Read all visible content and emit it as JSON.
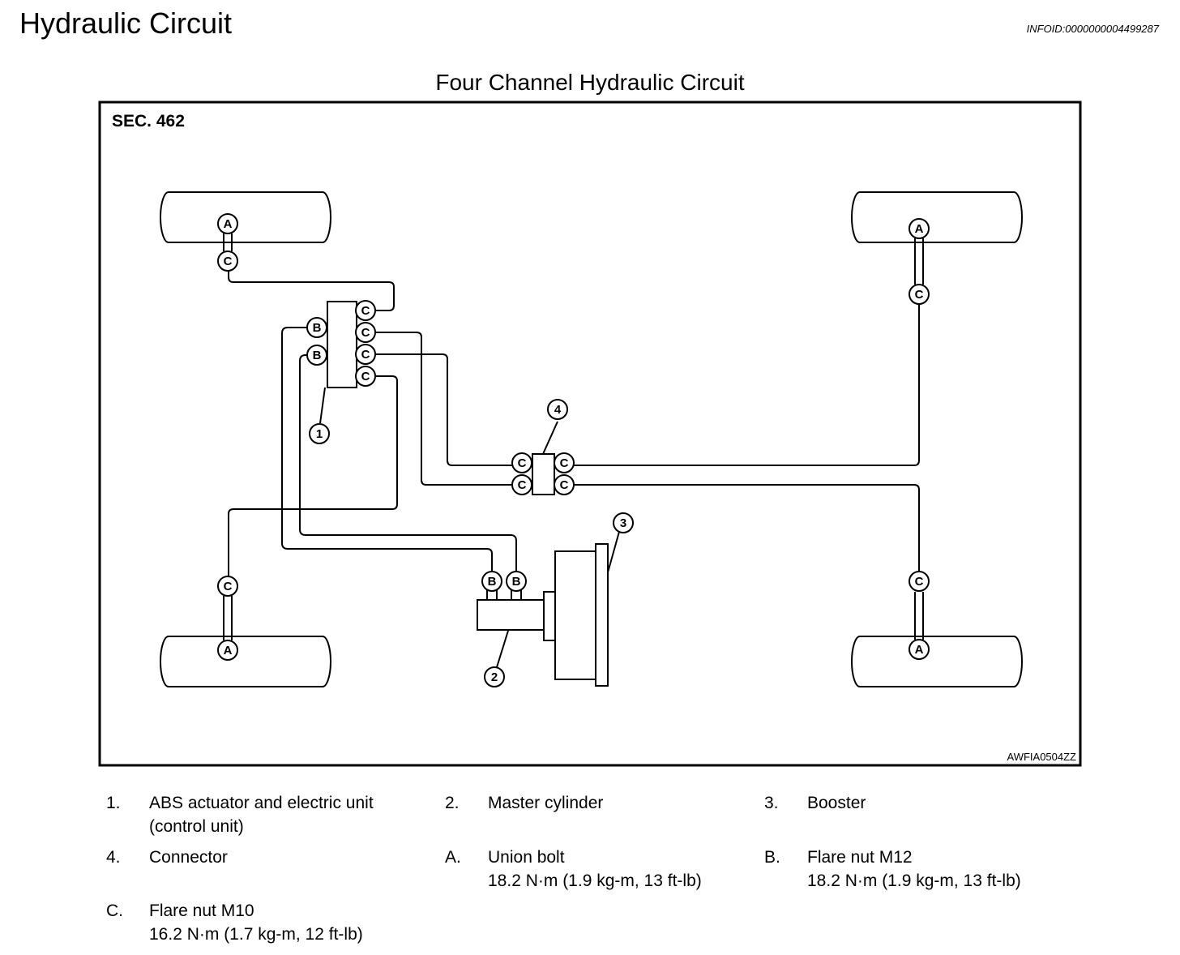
{
  "header": {
    "title": "Hydraulic Circuit",
    "info_id": "INFOID:0000000004499287"
  },
  "diagram": {
    "title": "Four Channel Hydraulic Circuit",
    "section": "SEC. 462",
    "figure_code": "AWFIA0504ZZ",
    "callouts": [
      "1",
      "2",
      "3",
      "4"
    ],
    "markers": {
      "union_bolt": "A",
      "flare_nut_m12": "B",
      "flare_nut_m10": "C"
    }
  },
  "legend": [
    {
      "key": "1.",
      "lines": [
        "ABS actuator and electric unit",
        "(control unit)"
      ]
    },
    {
      "key": "2.",
      "lines": [
        "Master cylinder"
      ]
    },
    {
      "key": "3.",
      "lines": [
        "Booster"
      ]
    },
    {
      "key": "4.",
      "lines": [
        "Connector"
      ]
    },
    {
      "key": "A.",
      "lines": [
        "Union bolt",
        "18.2 N·m (1.9 kg-m, 13 ft-lb)"
      ]
    },
    {
      "key": "B.",
      "lines": [
        "Flare nut M12",
        "18.2 N·m (1.9 kg-m, 13 ft-lb)"
      ]
    },
    {
      "key": "C.",
      "lines": [
        "Flare nut M10",
        "16.2 N·m (1.7 kg-m, 12 ft-lb)"
      ]
    }
  ]
}
